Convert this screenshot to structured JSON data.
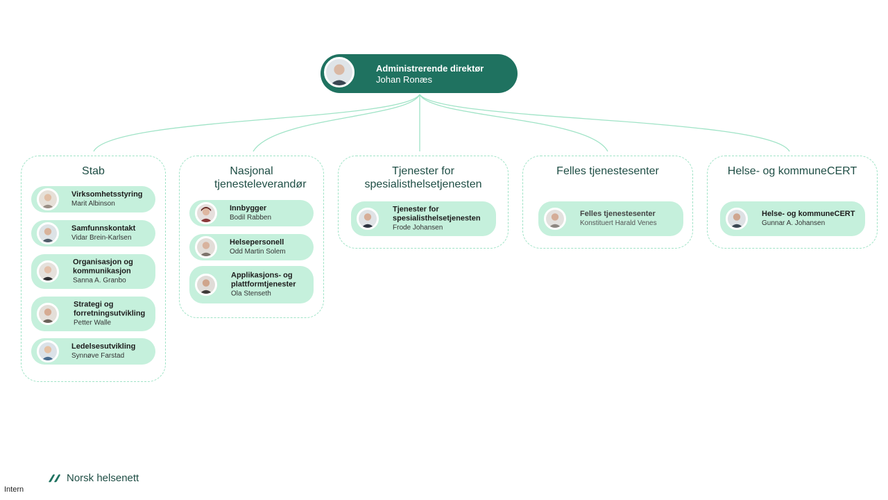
{
  "top": {
    "title": "Administrerende direktør",
    "name": "Johan Ronæs"
  },
  "panels": {
    "stab": {
      "title": "Stab",
      "cards": [
        {
          "title": "Virksomhetsstyring",
          "name": "Marit Albinson"
        },
        {
          "title": "Samfunnskontakt",
          "name": "Vidar Brein-Karlsen"
        },
        {
          "title": "Organisasjon og kommunikasjon",
          "name": "Sanna A. Granbo"
        },
        {
          "title": "Strategi og forretningsutvikling",
          "name": "Petter Walle"
        },
        {
          "title": "Ledelsesutvikling",
          "name": "Synnøve Farstad"
        }
      ]
    },
    "nasjonal": {
      "title": "Nasjonal tjenesteleverandør",
      "cards": [
        {
          "title": "Innbygger",
          "name": "Bodil Rabben"
        },
        {
          "title": "Helsepersonell",
          "name": "Odd Martin Solem"
        },
        {
          "title": "Applikasjons- og plattformtjenester",
          "name": "Ola Stenseth"
        }
      ]
    },
    "spesialist": {
      "title": "Tjenester for spesialisthelsetjenesten",
      "cards": [
        {
          "title": "Tjenester for spesialisthelsetjenesten",
          "name": "Frode Johansen"
        }
      ]
    },
    "felles": {
      "title": "Felles tjenestesenter",
      "cards": [
        {
          "title": "Felles tjenestesenter",
          "name": "Konstituert Harald Venes"
        }
      ]
    },
    "cert": {
      "title": "Helse- og kommuneCERT",
      "cards": [
        {
          "title": "Helse- og kommuneCERT",
          "name": "Gunnar A. Johansen"
        }
      ]
    }
  },
  "footer": {
    "logo_text": "Norsk helsenett",
    "classification": "Intern"
  },
  "colors": {
    "primary": "#1f7260",
    "card": "#c5f0dc",
    "border": "#9fe3c6",
    "text": "#1f4e45"
  }
}
